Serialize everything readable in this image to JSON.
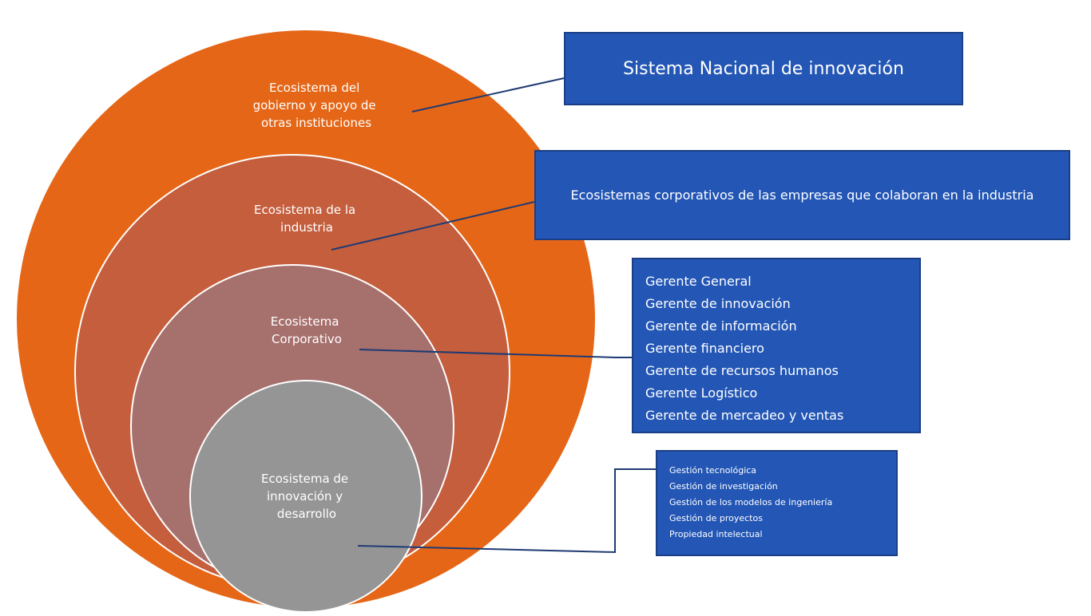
{
  "rings": [
    {
      "label_lines": [
        "Ecosistema del",
        "gobierno y apoyo de",
        "otras instituciones"
      ],
      "fill": "#e56617"
    },
    {
      "label_lines": [
        "Ecosistema de la",
        "industria"
      ],
      "fill": "#c55e3d"
    },
    {
      "label_lines": [
        "Ecosistema",
        "Corporativo"
      ],
      "fill": "#a6706d"
    },
    {
      "label_lines": [
        "Ecosistema de",
        "innovación y",
        "desarrollo"
      ],
      "fill": "#969595"
    }
  ],
  "boxes": {
    "sistema_nacional": "Sistema Nacional de innovación",
    "ecosistemas_corporativos": "Ecosistemas corporativos de las empresas que colaboran en la industria",
    "gerentes": [
      "Gerente General",
      "Gerente de innovación",
      "Gerente de información",
      "Gerente financiero",
      "Gerente de recursos humanos",
      "Gerente Logístico",
      "Gerente de mercadeo y ventas"
    ],
    "gestion": [
      "Gestión tecnológica",
      "Gestión de investigación",
      "Gestión de los modelos de ingeniería",
      "Gestión de proyectos",
      "Propiedad intelectual"
    ]
  },
  "colors": {
    "box_fill": "#2356b5",
    "box_border": "#1b3f86",
    "connector": "#1f3b73",
    "ring_outline": "#ffffff"
  }
}
